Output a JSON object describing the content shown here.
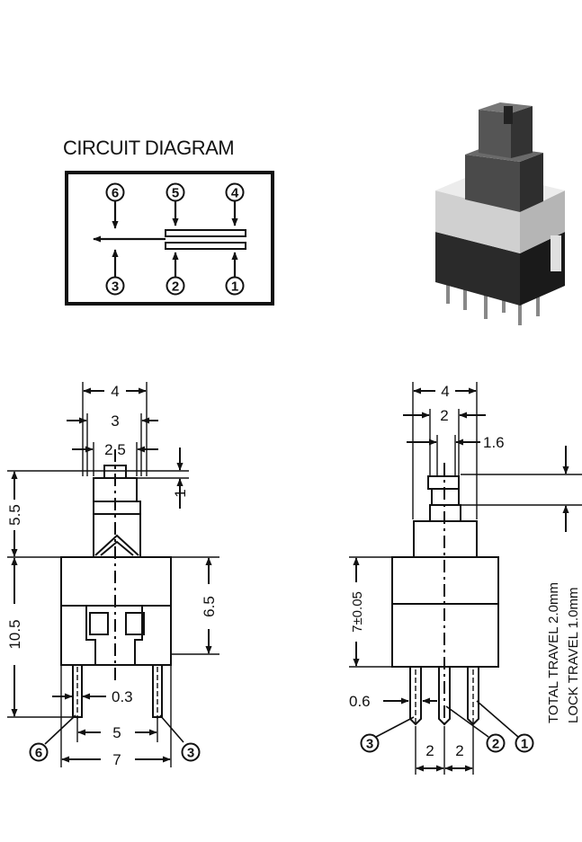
{
  "circuit_diagram": {
    "title": "CIRCUIT DIAGRAM",
    "pins_top": [
      "6",
      "5",
      "4"
    ],
    "pins_bottom": [
      "3",
      "2",
      "1"
    ]
  },
  "front_view": {
    "dims": {
      "top_width": "4",
      "upper_width": "3",
      "stem_width": "2.5",
      "stem_slot": "1",
      "upper_height": "5.5",
      "body_height": "10.5",
      "body_mid_height": "6.5",
      "pin_thickness": "0.3",
      "pin_spacing": "5",
      "overall_width": "7"
    },
    "pin_labels": [
      "6",
      "3"
    ]
  },
  "side_view": {
    "dims": {
      "top_width": "4",
      "inner_width": "2",
      "stem_width": "1.6",
      "body_height": "7±0.05",
      "pin_width": "0.6",
      "pitch_left": "2",
      "pitch_right": "2"
    },
    "pin_labels": [
      "3",
      "2",
      "1"
    ],
    "travel": {
      "total": "TOTAL TRAVEL 2.0mm",
      "lock": "LOCK TRAVEL  1.0mm"
    }
  },
  "colors": {
    "ink": "#111111",
    "background": "#ffffff",
    "switch_dark": "#3a3a3a",
    "switch_light": "#d8d8d8"
  }
}
